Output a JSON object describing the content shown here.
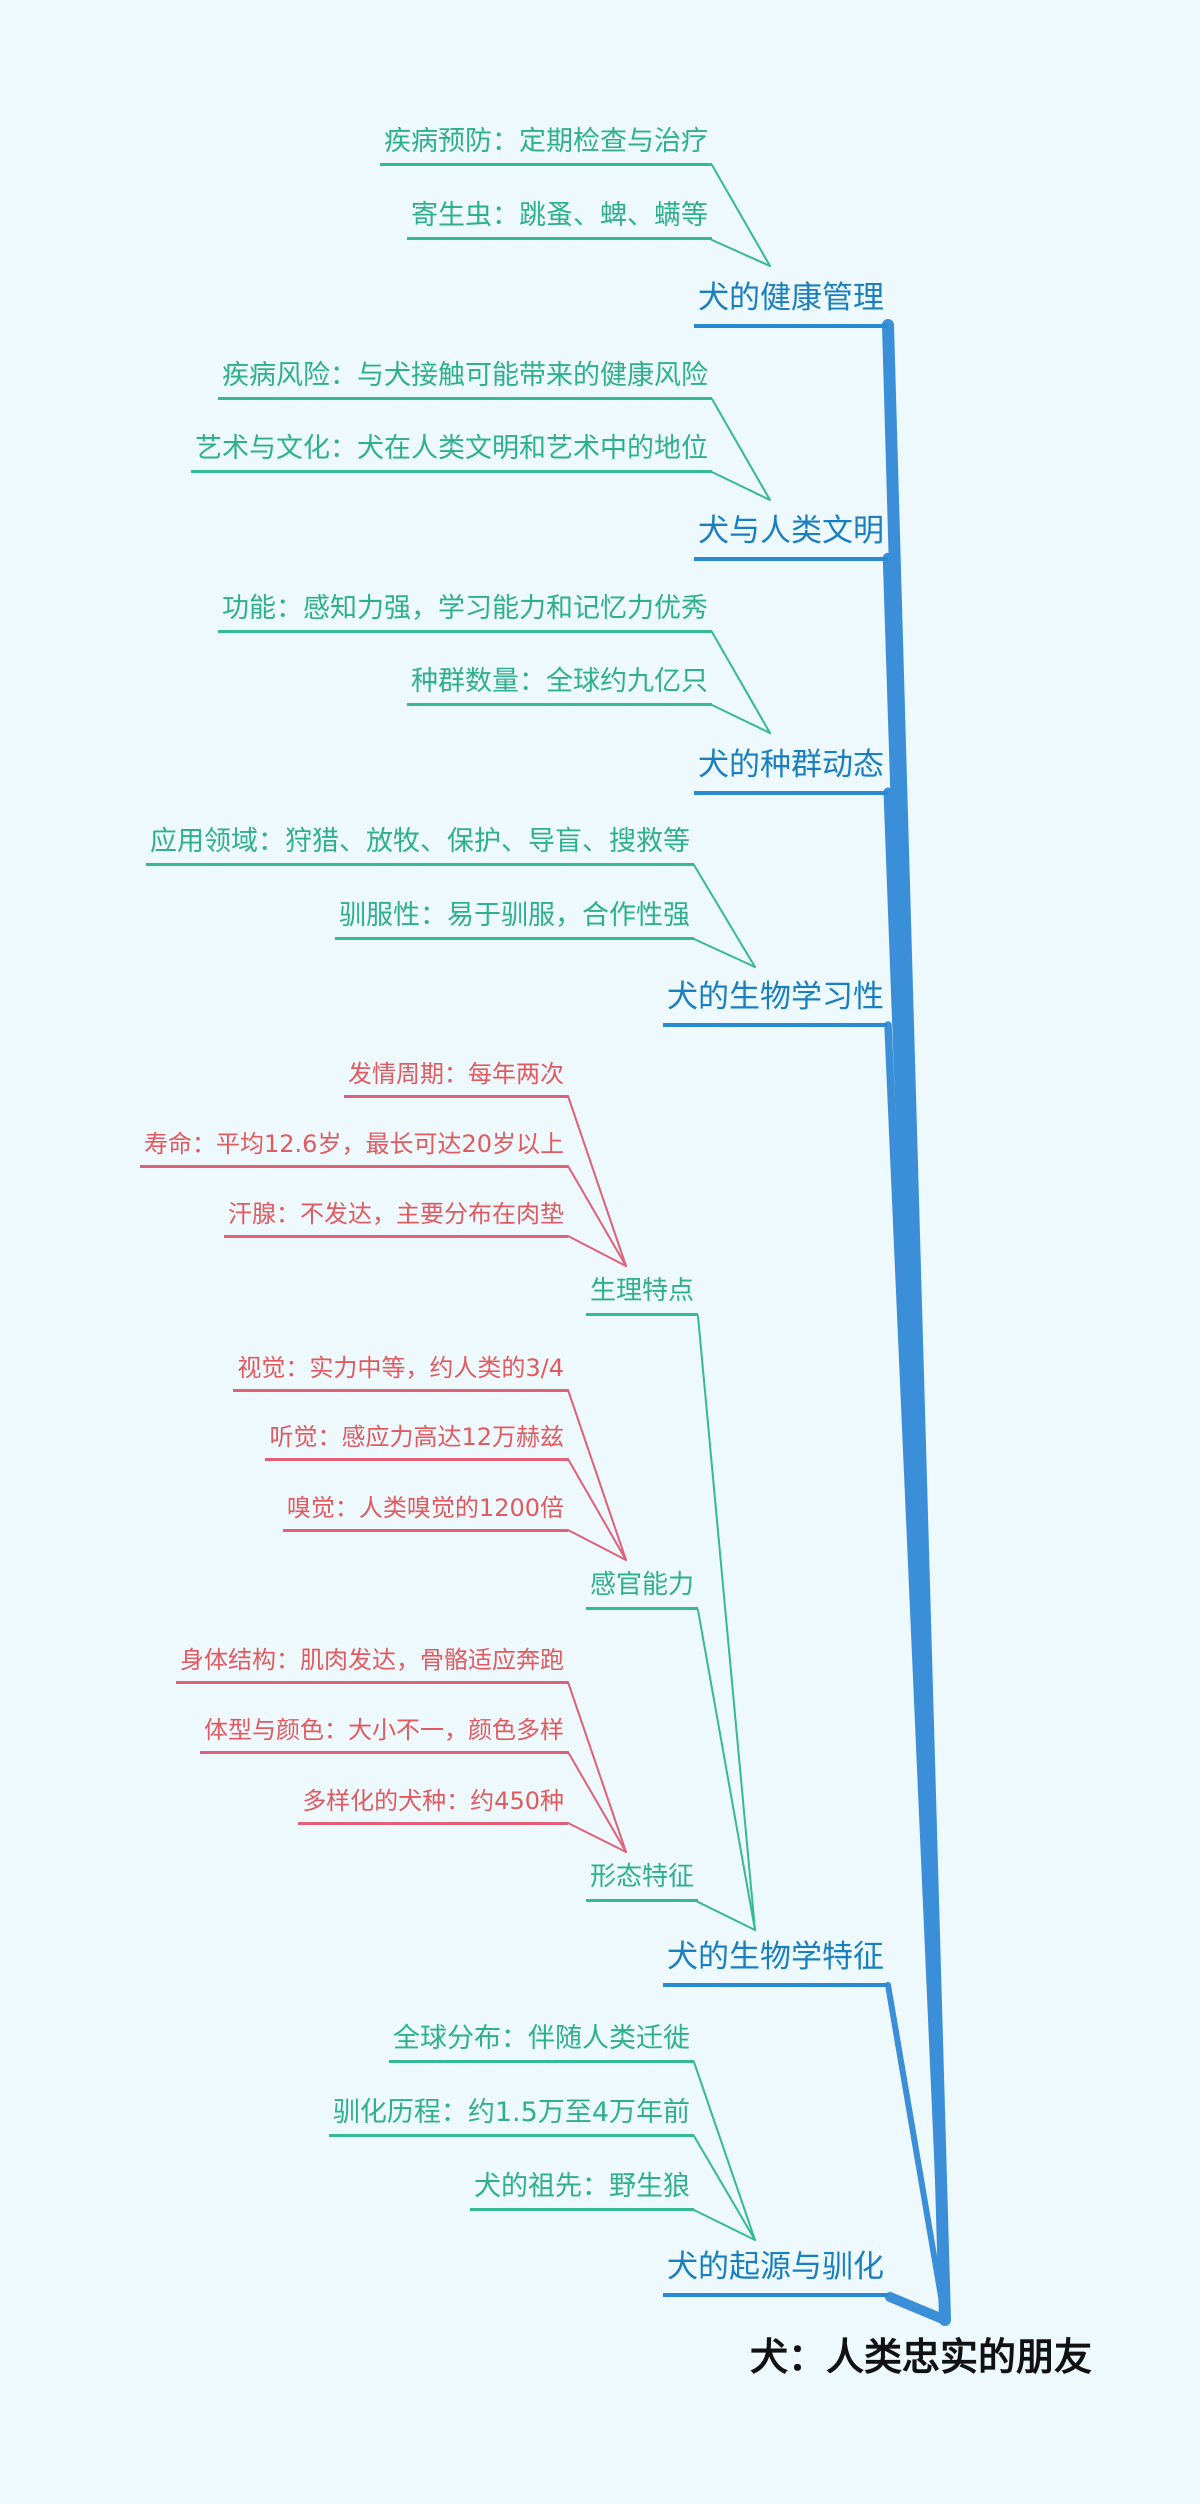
{
  "colors": {
    "background": "#eef9fd",
    "main_branch": "#3b8fd8",
    "topic": "#1a7fbf",
    "subtopic": "#2fb08c",
    "leaf_red": "#e05a5f"
  },
  "root": {
    "label": "犬：人类忠实的朋友"
  },
  "branches": {
    "health": {
      "title": "犬的健康管理",
      "leaves": [
        "疾病预防：定期检查与治疗",
        "寄生虫：跳蚤、蜱、螨等"
      ]
    },
    "civilization": {
      "title": "犬与人类文明",
      "leaves": [
        "疾病风险：与犬接触可能带来的健康风险",
        "艺术与文化：犬在人类文明和艺术中的地位"
      ]
    },
    "population": {
      "title": "犬的种群动态",
      "leaves": [
        "功能：感知力强，学习能力和记忆力优秀",
        "种群数量：全球约九亿只"
      ]
    },
    "biology": {
      "title": "犬的生物学习性",
      "leaves": [
        "应用领域：狩猎、放牧、保护、导盲、搜救等",
        "驯服性：易于驯服，合作性强"
      ]
    },
    "features": {
      "title": "犬的生物学特征",
      "groups": [
        {
          "title": "生理特点",
          "leaves": [
            "发情周期：每年两次",
            "寿命：平均12.6岁，最长可达20岁以上",
            "汗腺：不发达，主要分布在肉垫"
          ]
        },
        {
          "title": "感官能力",
          "leaves": [
            "视觉：实力中等，约人类的3/4",
            "听觉：感应力高达12万赫兹",
            "嗅觉：人类嗅觉的1200倍"
          ]
        },
        {
          "title": "形态特征",
          "leaves": [
            "身体结构：肌肉发达，骨骼适应奔跑",
            "体型与颜色：大小不一，颜色多样",
            "多样化的犬种：约450种"
          ]
        }
      ]
    },
    "origin": {
      "title": "犬的起源与驯化",
      "leaves": [
        "全球分布：伴随人类迁徙",
        "驯化历程：约1.5万至4万年前",
        "犬的祖先：野生狼"
      ]
    }
  }
}
